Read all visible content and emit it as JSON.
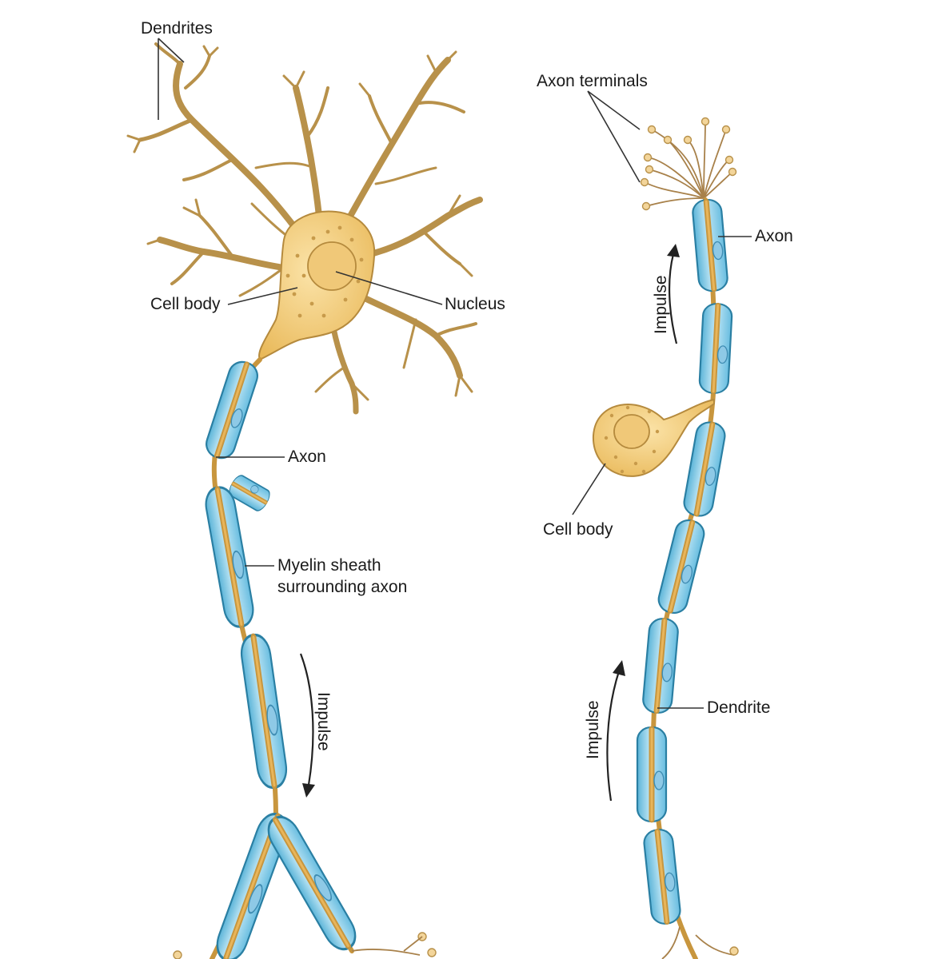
{
  "labels": {
    "motor_dendrites": "Dendrites",
    "motor_cell_body": "Cell body",
    "motor_nucleus": "Nucleus",
    "motor_axon": "Axon",
    "motor_myelin_line1": "Myelin sheath",
    "motor_myelin_line2": "surrounding axon",
    "motor_impulse": "Impulse",
    "sensory_axon_terminals": "Axon terminals",
    "sensory_axon": "Axon",
    "sensory_impulse_upper": "Impulse",
    "sensory_cell_body": "Cell body",
    "sensory_dendrite": "Dendrite",
    "sensory_impulse_lower": "Impulse"
  },
  "colors": {
    "myelin_light": "#bfe6f5",
    "myelin_dark": "#5bb4d8",
    "myelin_outline": "#2a7fa3",
    "soma_light": "#fbe3a8",
    "soma_dark": "#e9b95a",
    "axon_core": "#c8963e",
    "dendrite": "#b8914a",
    "label_text": "#1a1a1a"
  }
}
